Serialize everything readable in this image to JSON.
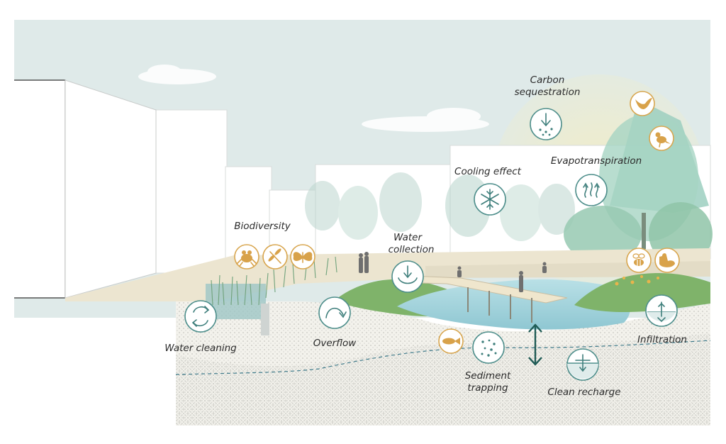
{
  "labels": {
    "carbon_line1": "Carbon",
    "carbon_line2": "sequestration",
    "evapotranspiration": "Evapotranspiration",
    "cooling_effect": "Cooling effect",
    "biodiversity": "Biodiversity",
    "water_collection_line1": "Water",
    "water_collection_line2": "collection",
    "water_cleaning": "Water cleaning",
    "overflow": "Overflow",
    "infiltration": "Infiltration",
    "sediment_line1": "Sediment",
    "sediment_line2": "trapping",
    "clean_recharge": "Clean recharge"
  },
  "icons": {
    "carbon": "carbon-sequestration-icon",
    "evapotranspiration": "evapotranspiration-icon",
    "cooling": "snowflake-icon",
    "frog": "frog-icon",
    "dragonfly": "dragonfly-icon",
    "butterfly": "butterfly-icon",
    "water_collection": "water-collection-icon",
    "water_cleaning": "water-cleaning-icon",
    "overflow": "overflow-icon",
    "bird_flying": "bird-icon",
    "bird_perched": "bird-perched-icon",
    "bee": "bee-icon",
    "duck": "duck-icon",
    "infiltration": "infiltration-icon",
    "fish": "fish-icon",
    "sediment": "sediment-icon",
    "clean_recharge": "clean-recharge-icon"
  },
  "colors": {
    "sky": "#dfeae9",
    "water": "#a9d6de",
    "grass": "#7fb36a",
    "teal_icon": "#4f8f8c",
    "gold_icon": "#d8a64f",
    "soil": "#efeee8"
  }
}
